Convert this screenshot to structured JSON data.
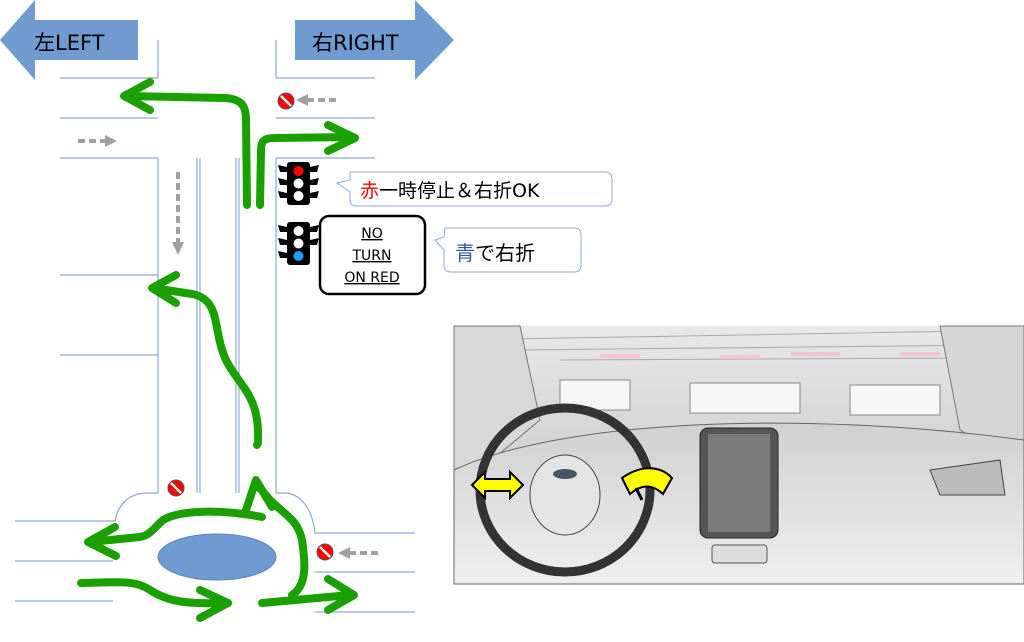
{
  "direction_left": {
    "kanji": "左",
    "text": "LEFT"
  },
  "direction_right": {
    "kanji": "右",
    "text": "RIGHT"
  },
  "callout_red": {
    "highlight": "赤",
    "text": "一時停止＆右折OK"
  },
  "callout_green": {
    "highlight": "青",
    "text": "で右折"
  },
  "sign": {
    "line1": "NO",
    "line2": "TURN",
    "line3": "ON RED"
  },
  "colors": {
    "arrow_green": "#1aa000",
    "road_line": "#8fa9d4",
    "direction_arrow": "#6f9bd0",
    "red_text": "#ff0000",
    "blue_text": "#2e5e9c",
    "roundabout_island": "#6f9bd0",
    "dashboard_arrow": "#ffff00"
  }
}
